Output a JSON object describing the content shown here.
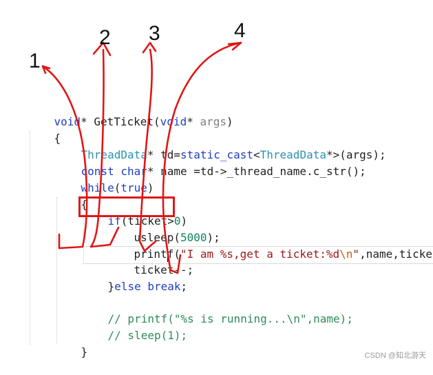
{
  "code": {
    "l1": {
      "t1": "void",
      "t2": "* ",
      "t3": "GetTicket",
      "t4": "(",
      "t5": "void",
      "t6": "* ",
      "t7": "args",
      "t8": ")"
    },
    "l2": {
      "t1": "{"
    },
    "l3": {
      "t1": "ThreadData",
      "t2": "* td=",
      "t3": "static_cast",
      "t4": "<",
      "t5": "ThreadData",
      "t6": "*>(args);"
    },
    "l4": {
      "t1": "const",
      "t2": " ",
      "t3": "char",
      "t4": "* name =td->_thread_name.c_str();"
    },
    "l5": {
      "t1": "while",
      "t2": "(",
      "t3": "true",
      "t4": ")"
    },
    "l6": {
      "t1": "{"
    },
    "l7": {
      "t1": "if",
      "t2": "(ticket>",
      "t3": "0",
      "t4": ")"
    },
    "l8": {
      "t1": "usleep(",
      "t2": "5000",
      "t3": ");"
    },
    "l9": {
      "t1": "printf(",
      "t2": "\"I am %s,get a ticket:%d",
      "t3": "\\n",
      "t4": "\"",
      "t5": ",name,ticket);"
    },
    "l10": {
      "t1": "ticket--;"
    },
    "l11": {
      "t1": "}",
      "t2": "else",
      "t3": " ",
      "t4": "break",
      "t5": ";"
    },
    "l12": {
      "t1": "// printf(\"%s is running...\\n\",name);"
    },
    "l13": {
      "t1": "// sleep(1);"
    },
    "l14": {
      "t1": "}"
    }
  },
  "annotations": {
    "labels": [
      "1",
      "2",
      "3",
      "4"
    ],
    "colors": {
      "pen": "#e01515"
    }
  },
  "watermark": "CSDN @知北游天"
}
